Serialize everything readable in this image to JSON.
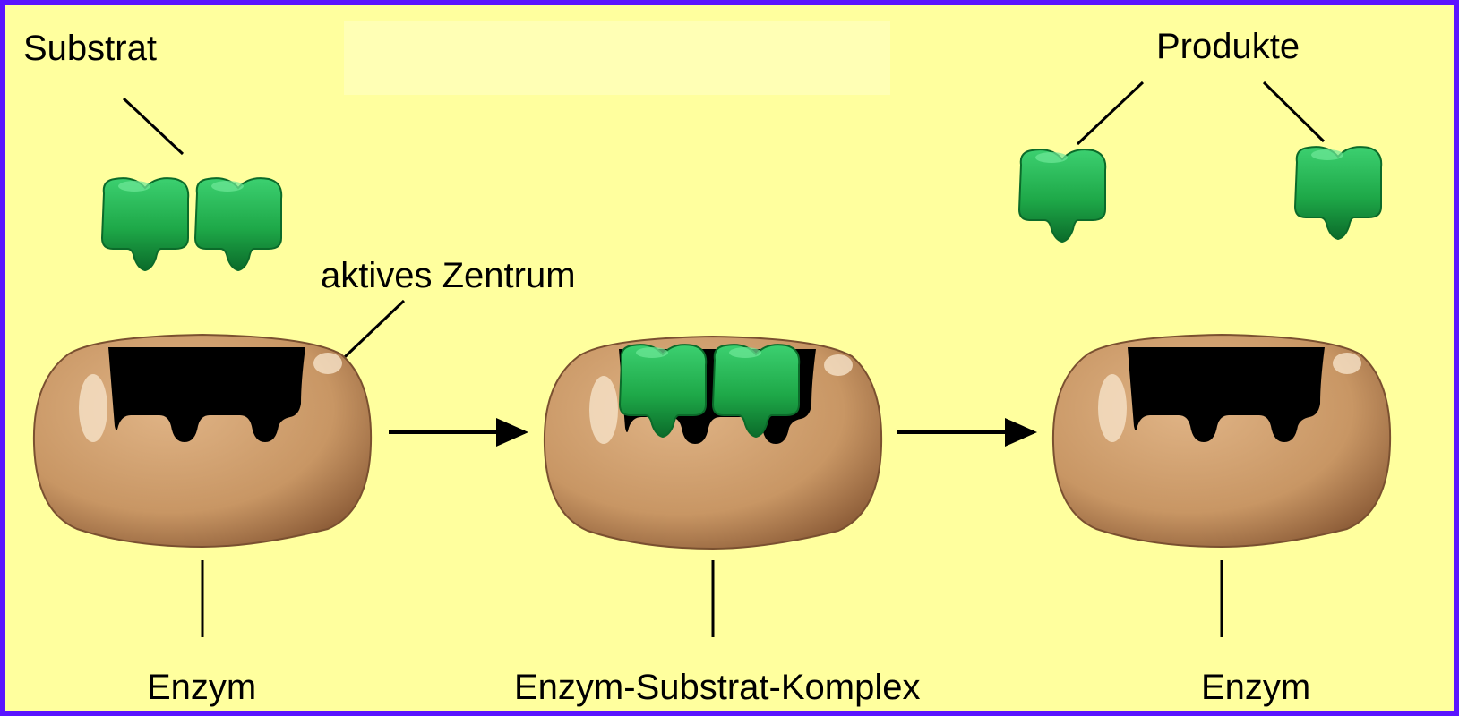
{
  "labels": {
    "substrate": "Substrat",
    "active_site": "aktives Zentrum",
    "products": "Produkte",
    "enzyme_left": "Enzym",
    "complex": "Enzym-Substrat-Komplex",
    "enzyme_right": "Enzym"
  },
  "colors": {
    "frame": "#5a14ff",
    "background": "#ffff9e",
    "highlight": "#ffffc8",
    "enzyme": "#c89664",
    "enzyme_shadow": "#7a5030",
    "pocket": "#000000",
    "substrate": "#1ea848",
    "substrate_dark": "#0b6b2a"
  }
}
